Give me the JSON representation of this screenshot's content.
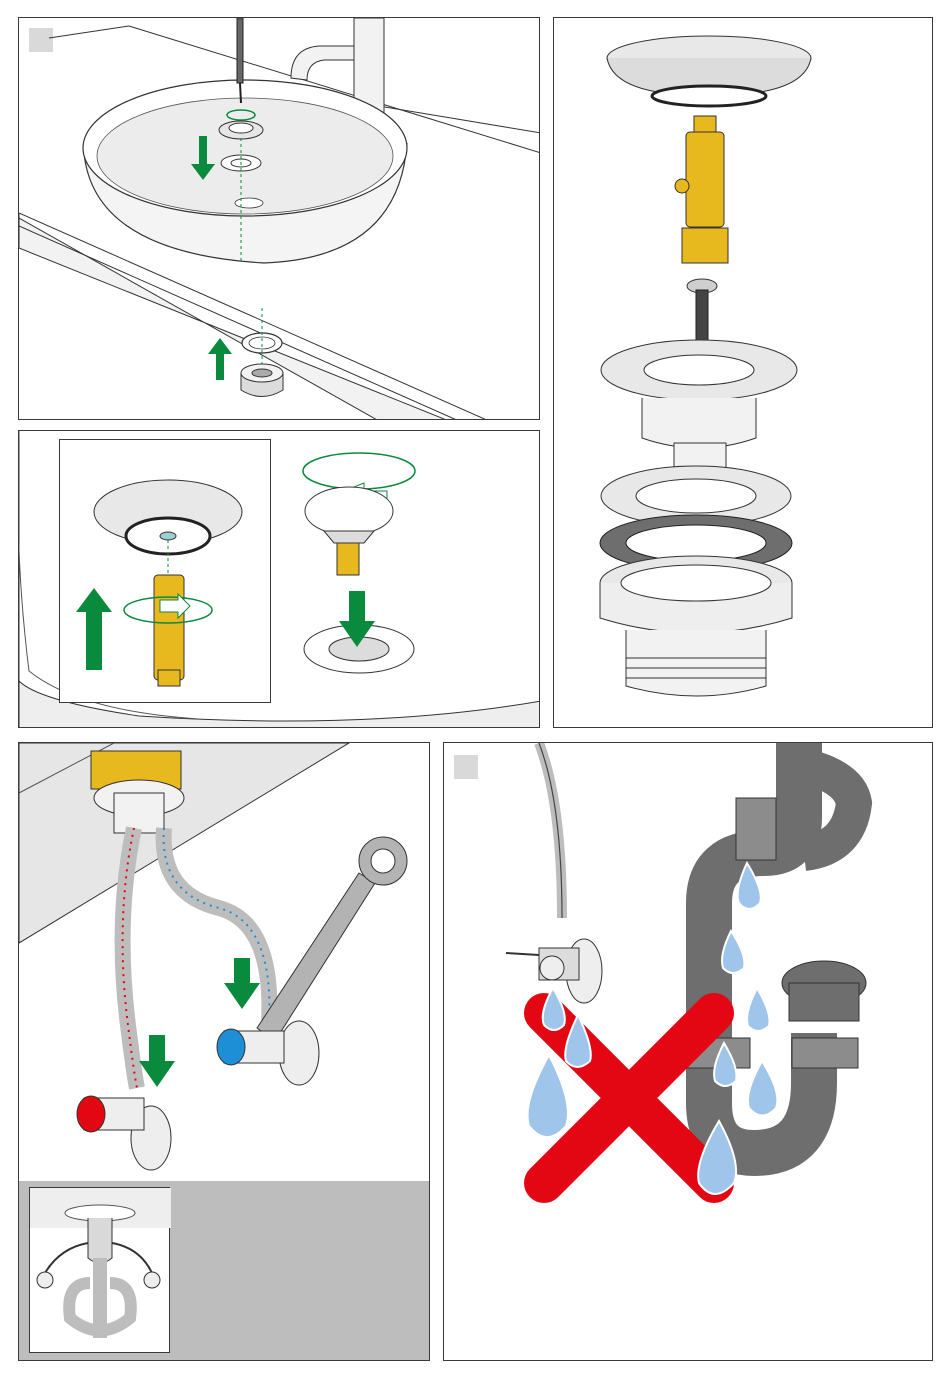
{
  "page": {
    "background": "#ffffff"
  },
  "colors": {
    "arrow": "#0a8a3c",
    "brass": "#e8b81f",
    "chrome": "#e6e6e6",
    "metal_line": "#333333",
    "hot": "#e30613",
    "cold": "#1d8fd6",
    "pipe": "#6e6e6e",
    "water": "#9fc6ea",
    "cross": "#e30613",
    "inset_background": "#bdbdbd"
  },
  "panels": [
    {
      "id": "p1",
      "depicts": "basin-waste-screw-install",
      "icons": [
        "screwdriver-icon",
        "arrow-down-icon",
        "arrow-up-icon",
        "rotate-icon"
      ]
    },
    {
      "id": "p2",
      "depicts": "pop-up-valve-insert",
      "icons": [
        "arrow-up-icon",
        "rotate-icon",
        "arrow-down-icon"
      ]
    },
    {
      "id": "p3",
      "depicts": "waste-exploded-view",
      "icons": []
    },
    {
      "id": "p4",
      "depicts": "flexible-hose-connection",
      "icons": [
        "wrench-icon",
        "arrow-down-icon",
        "hot-valve-icon",
        "cold-valve-icon"
      ]
    },
    {
      "id": "p5",
      "depicts": "leak-check-warning",
      "icons": [
        "water-drop-icon",
        "cross-icon"
      ]
    }
  ]
}
